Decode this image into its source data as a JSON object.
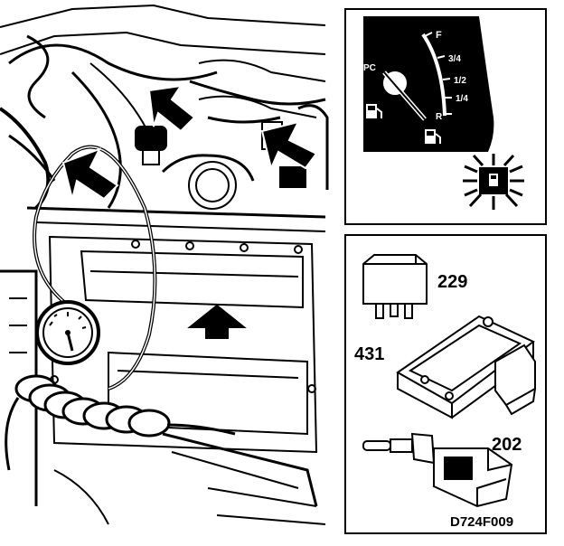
{
  "gauge": {
    "mark_f": "F",
    "mark_three_quarter": "3/4",
    "mark_half": "1/2",
    "mark_quarter": "1/4",
    "mark_r": "R",
    "mark_pc": "PC"
  },
  "parts": {
    "relay_label": "229",
    "pressure_sensor_label": "431",
    "temp_sensor_label": "202"
  },
  "figure_code": "D724F009",
  "colors": {
    "ink": "#000000",
    "paper": "#ffffff"
  }
}
